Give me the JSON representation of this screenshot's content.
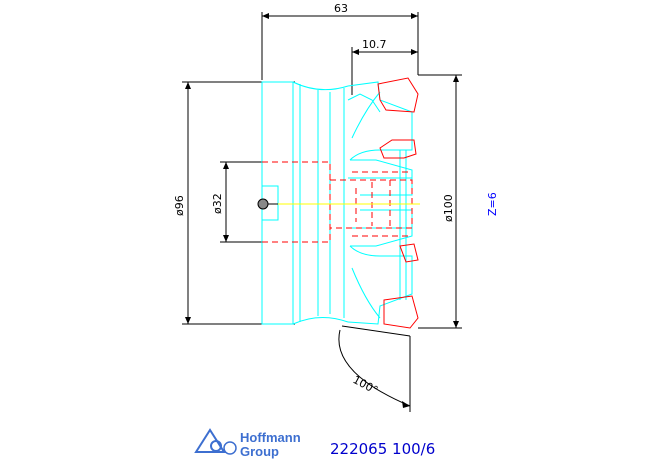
{
  "dimensions": {
    "overall_length": "63",
    "insert_offset": "10.7",
    "diameter_body": "ø96",
    "diameter_bore": "ø32",
    "diameter_cut": "ø100",
    "angle": "100°"
  },
  "teeth_count": "Z=6",
  "product_code": "222065 100/6",
  "logo": {
    "line1": "Hoffmann",
    "line2": "Group"
  },
  "colors": {
    "outline": "#00ffff",
    "insert": "#ff0000",
    "dimension": "#000000",
    "label": "#0000ff"
  }
}
